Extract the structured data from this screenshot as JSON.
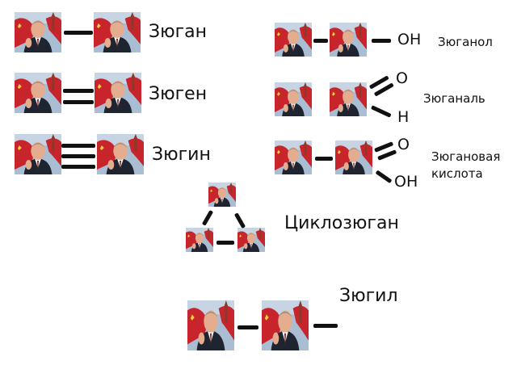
{
  "molecules": {
    "zyugan": "Зюган",
    "zyugen": "Зюген",
    "zyugin": "Зюгин",
    "zyuganol": "Зюганол",
    "zyuganal": "Зюганаль",
    "zyuganovaya_1": "Зюгановая",
    "zyuganovaya_2": "кислота",
    "cyclozyugan": "Циклозюган",
    "zyugil": "Зюгил"
  },
  "atoms": {
    "oh": "OH",
    "o": "O",
    "h": "H"
  },
  "colors": {
    "flag_red": "#c8242b",
    "sky": "#9fb4cc",
    "suit": "#1e2430",
    "skin": "#e4ad8f",
    "bond": "#111111"
  },
  "icons": {
    "portrait": "portrait-icon"
  }
}
